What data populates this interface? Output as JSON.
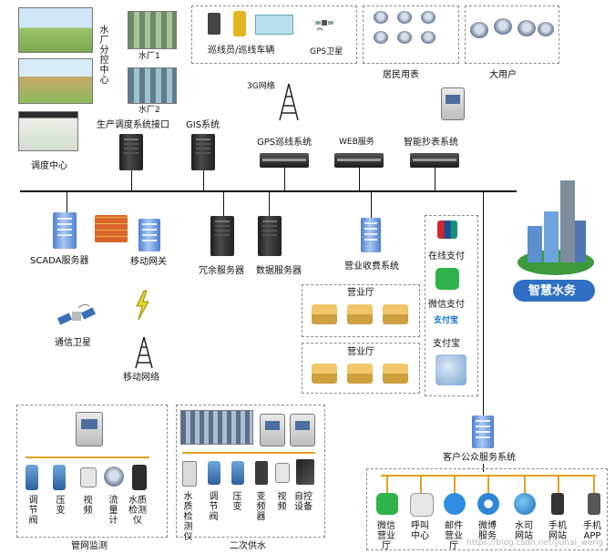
{
  "nodes": {
    "water_plant_sub_center": "水厂分控中心",
    "water_plant_1": "水厂1",
    "water_plant_2": "水厂2",
    "dispatch_center": "调度中心",
    "production_dispatch_interface": "生产调度系统接口",
    "gis_system": "GIS系统",
    "inspector_vehicle": "巡线员/巡线车辆",
    "gps_satellite": "GPS卫星",
    "residential_meters": "居民用表",
    "large_users": "大用户",
    "network_3g": "3G网络",
    "gps_patrol_system": "GPS巡线系统",
    "web_service": "WEB服务",
    "smart_meter_reading": "智能抄表系统",
    "scada_server": "SCADA服务器",
    "mobile_gateway": "移动网关",
    "redundant_server": "冗余服务器",
    "data_server": "数据服务器",
    "business_charge_system": "营业收费系统",
    "business_hall_1": "营业厅",
    "business_hall_2": "营业厅",
    "online_payment": "在线支付",
    "wechat_payment": "微信支付",
    "alipay_logo": "支付宝",
    "alipay": "支付宝",
    "smart_water": "智慧水务",
    "comm_satellite": "通信卫星",
    "mobile_network": "移动网络",
    "customer_service_system": "客户公众服务系统"
  },
  "pipe_monitoring": {
    "title": "管网监测",
    "devices": [
      "调节阀",
      "压变",
      "视频",
      "流量计",
      "水质检测仪"
    ]
  },
  "secondary_supply": {
    "title": "二次供水",
    "devices": [
      "水质检测仪",
      "调节阀",
      "压变",
      "变频器",
      "视频",
      "自控设备"
    ]
  },
  "customer_channels": [
    "微信营业厅",
    "呼叫中心",
    "邮件营业厅",
    "微博服务",
    "水司网站",
    "手机网站",
    "手机APP"
  ],
  "watermark": "https://blog.csdn.net/yuhai_weng",
  "colors": {
    "smart_water_badge": "#2f6fc4",
    "bus_line": "#111111",
    "channel_line": "#e6a020",
    "wechat_green": "#2fb34a"
  }
}
